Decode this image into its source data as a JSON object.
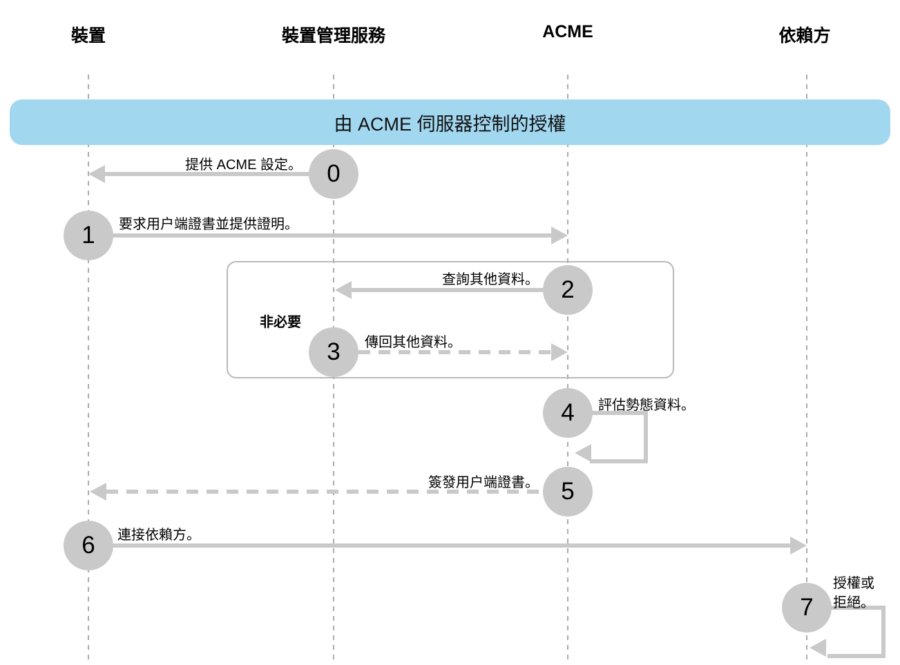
{
  "diagram_title": "ACME sequence diagram",
  "actors": [
    {
      "label": "裝置"
    },
    {
      "label": "裝置管理服務"
    },
    {
      "label": "ACME"
    },
    {
      "label": "依賴方"
    }
  ],
  "banner": {
    "label": "由 ACME 伺服器控制的授權"
  },
  "group": {
    "label": "非必要"
  },
  "steps": [
    {
      "num": "0",
      "label": "提供 ACME 設定。",
      "from": "裝置管理服務",
      "to": "裝置",
      "style": "solid"
    },
    {
      "num": "1",
      "label": "要求用户端證書並提供證明。",
      "from": "裝置",
      "to": "ACME",
      "style": "solid"
    },
    {
      "num": "2",
      "label": "查詢其他資料。",
      "from": "ACME",
      "to": "裝置管理服務",
      "style": "solid"
    },
    {
      "num": "3",
      "label": "傳回其他資料。",
      "from": "裝置管理服務",
      "to": "ACME",
      "style": "dashed"
    },
    {
      "num": "4",
      "label": "評估勢態資料。",
      "from": "ACME",
      "to": "ACME",
      "style": "self-loop"
    },
    {
      "num": "5",
      "label": "簽發用户端證書。",
      "from": "ACME",
      "to": "裝置",
      "style": "dashed"
    },
    {
      "num": "6",
      "label": "連接依賴方。",
      "from": "裝置",
      "to": "依賴方",
      "style": "solid"
    },
    {
      "num": "7",
      "label": "授權或",
      "label2": "拒絕。",
      "from": "依賴方",
      "to": "依賴方",
      "style": "self-loop"
    }
  ],
  "colors": {
    "banner_fill": "#a2d7f0",
    "connector_gray": "#c9c9c9",
    "lifeline_gray": "#acacac",
    "text": "#000000"
  }
}
